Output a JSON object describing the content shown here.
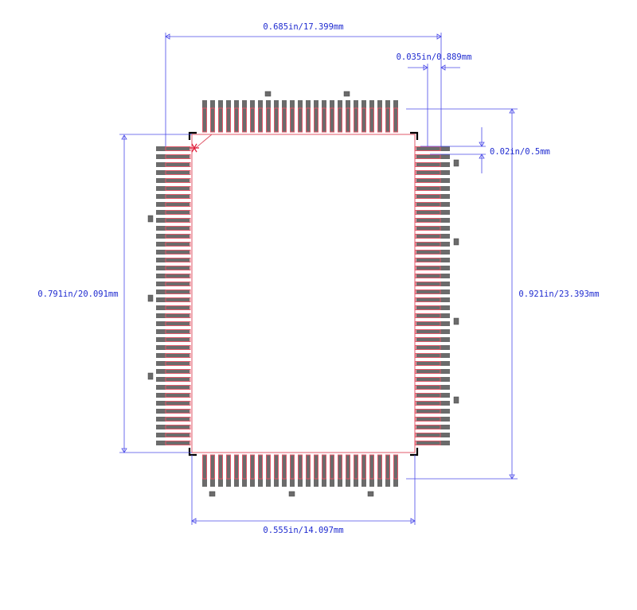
{
  "dimensions": {
    "overall_width": "0.685in/17.399mm",
    "pad_width": "0.035in/0.889mm",
    "pitch": "0.02in/0.5mm",
    "body_height": "0.791in/20.091mm",
    "overall_height": "0.921in/23.393mm",
    "body_width": "0.555in/14.097mm"
  },
  "pins": {
    "top_count": 25,
    "bottom_count": 25,
    "left_count": 38,
    "right_count": 38
  },
  "colors": {
    "dimension_line": "#4a4ae8",
    "dimension_text": "#1f2bd0",
    "pad_fill": "#6b6b6b",
    "pad_outline": "#e05a6a",
    "body_outline": "#e05a6a",
    "corner_marks": "#000000",
    "pin1_marker": "#e0203c"
  },
  "icons": {
    "pin1_marker": "asterisk-icon"
  }
}
